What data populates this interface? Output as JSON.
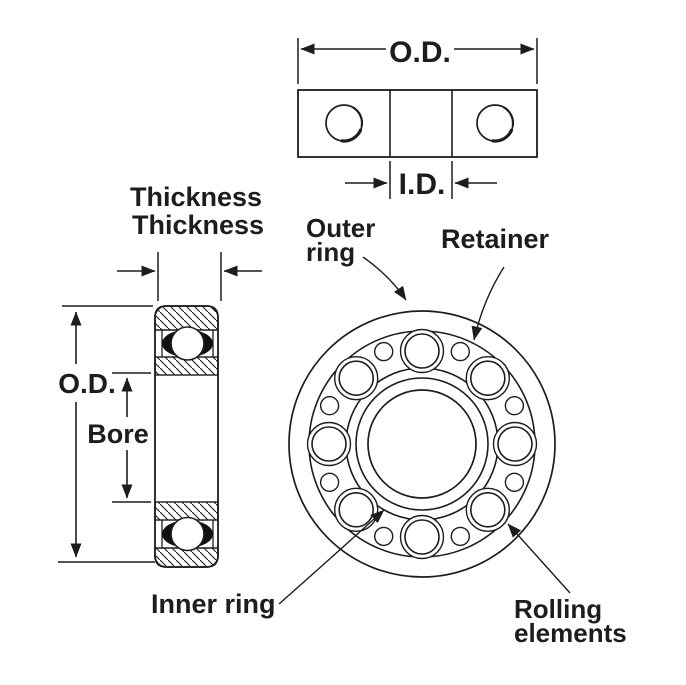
{
  "colors": {
    "ink": "#1d1d1d",
    "background": "#ffffff",
    "ball_shadow": "#111111"
  },
  "top_view": {
    "od_label": "O.D.",
    "id_label": "I.D."
  },
  "side_view": {
    "thickness_label_line1": "Thickness",
    "thickness_label_line2": "Thickness",
    "od_label": "O.D.",
    "bore_label": "Bore"
  },
  "front_view": {
    "outer_ring_label_line1": "Outer",
    "outer_ring_label_line2": "ring",
    "retainer_label": "Retainer",
    "inner_ring_label": "Inner ring",
    "rolling_elements_label_line1": "Rolling",
    "rolling_elements_label_line2": "elements"
  }
}
